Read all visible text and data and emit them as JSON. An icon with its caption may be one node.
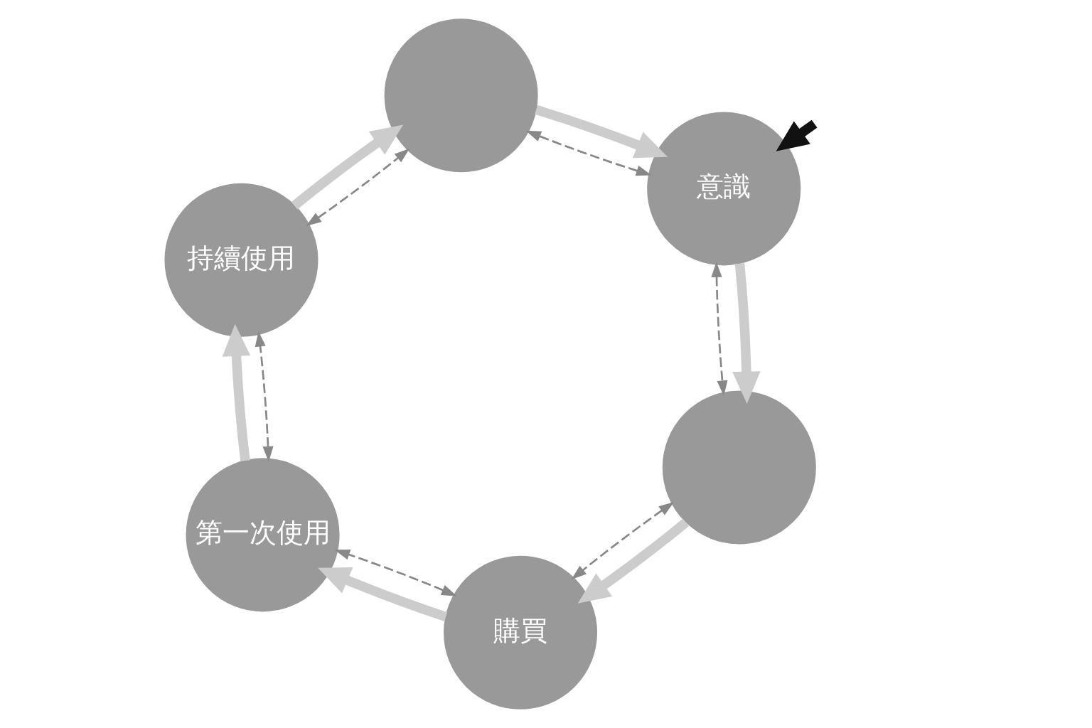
{
  "diagram": {
    "nodes": [
      {
        "text": [
          "意識"
        ]
      },
      {
        "text": [],
        "shape": "circle"
      },
      {
        "text": [],
        "shape": "circle"
      },
      {
        "text": [
          "持續使用"
        ]
      },
      {
        "text": [
          "購買"
        ]
      },
      {
        "text": [
          "第一次使用"
        ]
      }
    ],
    "edges": [
      {
        "from": null,
        "to": 0,
        "arrow": "to",
        "color": "#111111"
      },
      {
        "from": 0,
        "to": 2,
        "arrow": "to"
      },
      {
        "from": 2,
        "to": 4,
        "arrow": "to"
      },
      {
        "from": 4,
        "to": 5,
        "arrow": "to"
      },
      {
        "from": 5,
        "to": 3,
        "arrow": "to"
      },
      {
        "from": 3,
        "to": 1,
        "arrow": "to"
      },
      {
        "from": 1,
        "to": 0,
        "arrow": "to"
      },
      {
        "from": 0,
        "to": 2,
        "arrow": "both",
        "style": "dashed",
        "color": "#888888"
      },
      {
        "from": 2,
        "to": 4,
        "arrow": "both",
        "style": "dashed",
        "color": "#888888"
      },
      {
        "from": 4,
        "to": 5,
        "arrow": "both",
        "style": "dashed",
        "color": "#888888"
      },
      {
        "from": 5,
        "to": 3,
        "arrow": "both",
        "style": "dashed",
        "color": "#888888"
      },
      {
        "from": 3,
        "to": 1,
        "arrow": "both",
        "style": "dashed",
        "color": "#888888"
      },
      {
        "from": 1,
        "to": 0,
        "arrow": "both",
        "style": "dashed",
        "color": "#888888"
      }
    ]
  }
}
